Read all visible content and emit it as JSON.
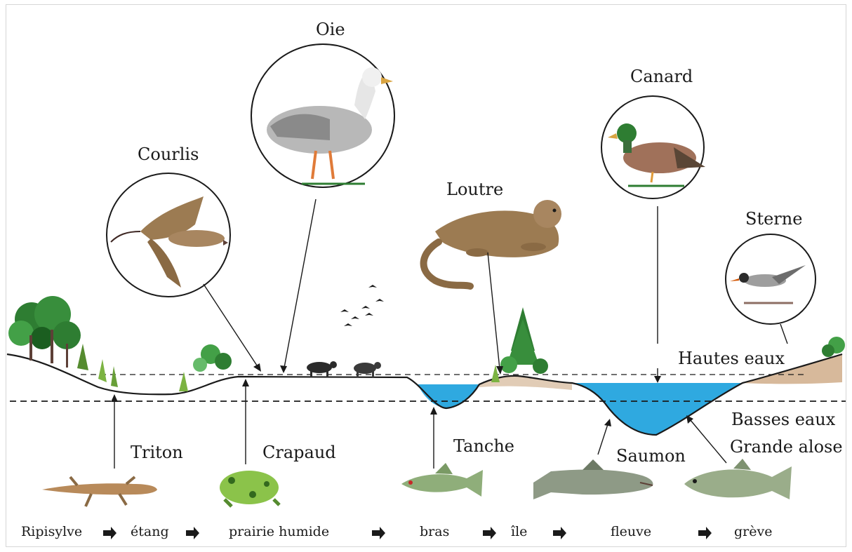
{
  "diagram": {
    "animals_above": {
      "oie": "Oie",
      "courlis": "Courlis",
      "canard": "Canard",
      "loutre": "Loutre",
      "sterne": "Sterne"
    },
    "water_levels": {
      "high": "Hautes eaux",
      "low": "Basses eaux"
    },
    "animals_below": {
      "triton": "Triton",
      "crapaud": "Crapaud",
      "tanche": "Tanche",
      "saumon": "Saumon",
      "grande_alose": "Grande alose"
    },
    "zones": [
      "Ripisylve",
      "étang",
      "prairie humide",
      "bras",
      "île",
      "fleuve",
      "grève"
    ],
    "colors": {
      "water": "#2fa9e0",
      "ground": "#1a1a1a",
      "vegetation": "#2e7d32",
      "sand": "#c9a27a"
    }
  }
}
